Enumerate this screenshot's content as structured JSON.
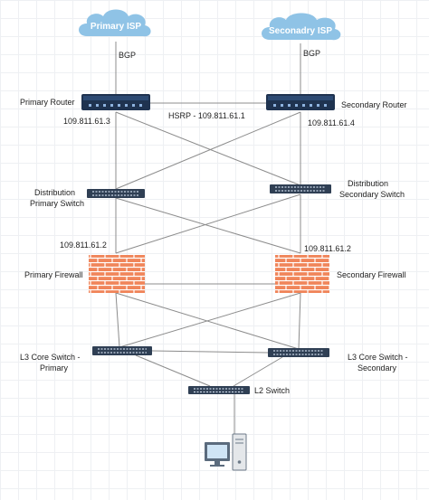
{
  "diagram": {
    "clouds": {
      "primary": "Primary ISP",
      "secondary": "Seconadry ISP"
    },
    "bgp": {
      "left": "BGP",
      "right": "BGP"
    },
    "routers": {
      "primary_label": "Primary Router",
      "secondary_label": "Secondary Router",
      "primary_ip": "109.811.61.3",
      "secondary_ip": "109.811.61.4",
      "hsrp": "HSRP - 109.811.61.1"
    },
    "distribution": {
      "primary_line1": "Distribution",
      "primary_line2": "Primary  Switch",
      "secondary_line1": "Distribution",
      "secondary_line2": "Secondary Switch"
    },
    "firewalls": {
      "primary_ip": "109.811.61.2",
      "secondary_ip": "109.811.61.2",
      "primary_label": "Primary   Firewall",
      "secondary_label": "Secondary   Firewall"
    },
    "core": {
      "primary_line1": "L3 Core Switch -",
      "primary_line2": "Primary",
      "secondary_line1": "L3 Core Switch -",
      "secondary_line2": "Secondary"
    },
    "l2": "L2 Switch"
  },
  "colors": {
    "cloud": "#8fc3e6",
    "router": "#1f3350",
    "switch": "#2f3f54",
    "firewall": "#f0855a",
    "mortar": "#ffffff",
    "link": "#8c8c8c"
  }
}
